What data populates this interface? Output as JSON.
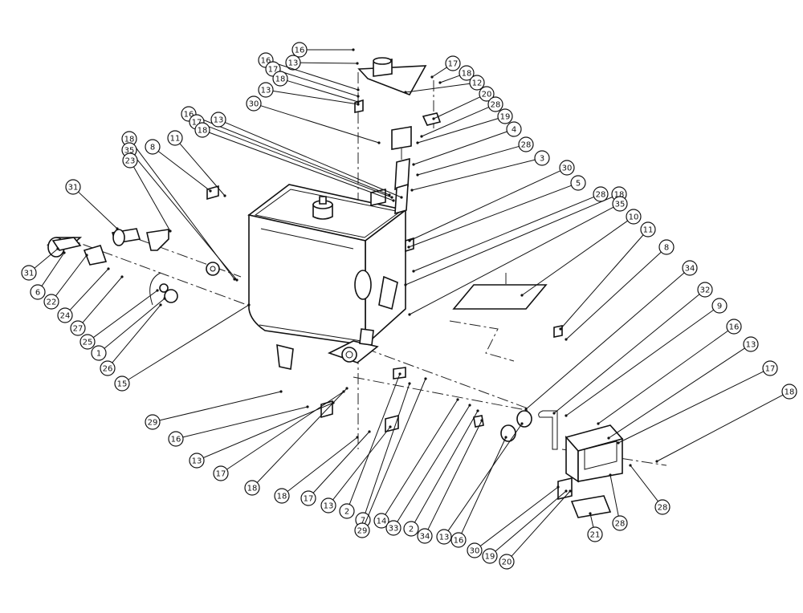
{
  "callouts": [
    {
      "id": "c01",
      "label": "16"
    },
    {
      "id": "c02",
      "label": "13"
    },
    {
      "id": "c03",
      "label": "16"
    },
    {
      "id": "c04",
      "label": "17"
    },
    {
      "id": "c05",
      "label": "18"
    },
    {
      "id": "c06",
      "label": "13"
    },
    {
      "id": "c07",
      "label": "17"
    },
    {
      "id": "c08",
      "label": "18"
    },
    {
      "id": "c09",
      "label": "12"
    },
    {
      "id": "c10",
      "label": "30"
    },
    {
      "id": "c11",
      "label": "20"
    },
    {
      "id": "c12",
      "label": "28"
    },
    {
      "id": "c13",
      "label": "19"
    },
    {
      "id": "c14",
      "label": "4"
    },
    {
      "id": "c15",
      "label": "28"
    },
    {
      "id": "c16",
      "label": "3"
    },
    {
      "id": "c17",
      "label": "30"
    },
    {
      "id": "c18",
      "label": "5"
    },
    {
      "id": "c19",
      "label": "28"
    },
    {
      "id": "c20",
      "label": "18"
    },
    {
      "id": "c21",
      "label": "35"
    },
    {
      "id": "c22",
      "label": "10"
    },
    {
      "id": "c23",
      "label": "11"
    },
    {
      "id": "c24",
      "label": "8"
    },
    {
      "id": "c25",
      "label": "16"
    },
    {
      "id": "c26",
      "label": "17"
    },
    {
      "id": "c27",
      "label": "18"
    },
    {
      "id": "c28",
      "label": "13"
    },
    {
      "id": "c29",
      "label": "18"
    },
    {
      "id": "c30",
      "label": "35"
    },
    {
      "id": "c31",
      "label": "8"
    },
    {
      "id": "c32",
      "label": "11"
    },
    {
      "id": "c33",
      "label": "23"
    },
    {
      "id": "c34",
      "label": "31"
    },
    {
      "id": "c35",
      "label": "31"
    },
    {
      "id": "c36",
      "label": "6"
    },
    {
      "id": "c37",
      "label": "22"
    },
    {
      "id": "c38",
      "label": "24"
    },
    {
      "id": "c39",
      "label": "27"
    },
    {
      "id": "c40",
      "label": "25"
    },
    {
      "id": "c41",
      "label": "1"
    },
    {
      "id": "c42",
      "label": "26"
    },
    {
      "id": "c43",
      "label": "15"
    },
    {
      "id": "c44",
      "label": "34"
    },
    {
      "id": "c45",
      "label": "32"
    },
    {
      "id": "c46",
      "label": "9"
    },
    {
      "id": "c47",
      "label": "16"
    },
    {
      "id": "c48",
      "label": "13"
    },
    {
      "id": "c49",
      "label": "17"
    },
    {
      "id": "c50",
      "label": "18"
    },
    {
      "id": "c51",
      "label": "29"
    },
    {
      "id": "c52",
      "label": "16"
    },
    {
      "id": "c53",
      "label": "13"
    },
    {
      "id": "c54",
      "label": "17"
    },
    {
      "id": "c55",
      "label": "18"
    },
    {
      "id": "c56",
      "label": "18"
    },
    {
      "id": "c57",
      "label": "17"
    },
    {
      "id": "c58",
      "label": "13"
    },
    {
      "id": "c59",
      "label": "2"
    },
    {
      "id": "c60",
      "label": "7"
    },
    {
      "id": "c61",
      "label": "29"
    },
    {
      "id": "c62",
      "label": "14"
    },
    {
      "id": "c63",
      "label": "33"
    },
    {
      "id": "c64",
      "label": "2"
    },
    {
      "id": "c65",
      "label": "34"
    },
    {
      "id": "c66",
      "label": "13"
    },
    {
      "id": "c67",
      "label": "16"
    },
    {
      "id": "c68",
      "label": "30"
    },
    {
      "id": "c69",
      "label": "19"
    },
    {
      "id": "c70",
      "label": "20"
    },
    {
      "id": "c71",
      "label": "21"
    },
    {
      "id": "c72",
      "label": "28"
    },
    {
      "id": "c73",
      "label": "28"
    }
  ]
}
